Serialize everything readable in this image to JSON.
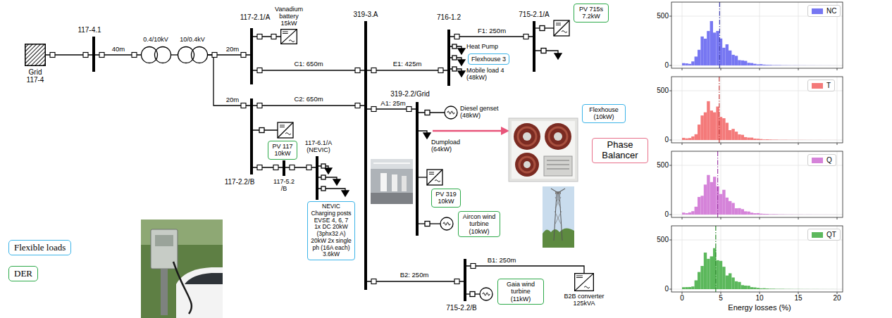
{
  "diagram": {
    "nodes": [
      {
        "text": [
          "Grid 117-4"
        ]
      },
      {
        "text": [
          "117-4.1"
        ]
      },
      {
        "text": [
          "0.4/10kV"
        ]
      },
      {
        "text": [
          "10/0.4kV"
        ]
      },
      {
        "text": [
          "Vanadium battery 15kW"
        ]
      },
      {
        "text": [
          "117-2.1/A"
        ]
      },
      {
        "text": [
          "319-3.A"
        ]
      },
      {
        "text": [
          "716-1.2"
        ]
      },
      {
        "text": [
          "Flexhouse 3"
        ]
      },
      {
        "text": [
          "715-2.1/A"
        ]
      },
      {
        "text": [
          "PV 715s 7.2kW"
        ]
      },
      {
        "text": [
          "Flexhouse (10kW)"
        ]
      },
      {
        "text": [
          "319-2.2/Grid"
        ]
      },
      {
        "text": [
          "Phase Balancer"
        ]
      },
      {
        "text": [
          "PV 117 10kW"
        ]
      },
      {
        "text": [
          "117-2.2/B"
        ]
      },
      {
        "text": [
          "117-6.1/A (NEVIC)"
        ]
      },
      {
        "text": [
          "117-5.2 /B"
        ]
      },
      {
        "text": [
          "PV 319 10kW"
        ]
      },
      {
        "text": [
          "Aircon wind turbine (10kW)"
        ]
      },
      {
        "text": [
          "NEVIC Charging posts EVSE 4, 6, 7 1x DC 20kW (3phx32 A) 20kW 2x single ph (16A each) 3.6kW"
        ]
      },
      {
        "text": [
          "Gaia wind turbine (11kW)"
        ]
      },
      {
        "text": [
          "715-2.2/B"
        ]
      },
      {
        "text": [
          "B2B converter 125kVA"
        ]
      }
    ],
    "edges": [
      {
        "from": 0,
        "to": 1,
        "arrow": "none"
      },
      {
        "from": 1,
        "to": 2,
        "label": "40m",
        "arrow": "none"
      },
      {
        "from": 2,
        "to": 3,
        "arrow": "none"
      },
      {
        "from": 3,
        "to": 5,
        "label": "20m",
        "arrow": "none"
      },
      {
        "from": 3,
        "to": 15,
        "label": "20m",
        "arrow": "none"
      },
      {
        "from": 5,
        "to": 4,
        "arrow": "none"
      },
      {
        "from": 5,
        "to": 6,
        "label": "C1: 650m",
        "arrow": "none"
      },
      {
        "from": 15,
        "to": 6,
        "label": "C2: 650m",
        "arrow": "none"
      },
      {
        "from": 6,
        "to": 7,
        "label": "E1: 425m",
        "arrow": "none"
      },
      {
        "from": 7,
        "to": 9,
        "label": "F1: 250m",
        "arrow": "none"
      },
      {
        "from": 6,
        "to": 12,
        "label": "A1: 25m",
        "arrow": "none"
      },
      {
        "from": 6,
        "to": 22,
        "label": "B2: 250m",
        "arrow": "none"
      },
      {
        "from": 22,
        "to": 23,
        "label": "B1: 250m",
        "arrow": "none"
      },
      {
        "from": 15,
        "to": 17,
        "arrow": "none"
      },
      {
        "from": 17,
        "to": 16,
        "arrow": "none"
      }
    ],
    "labels": [
      "Heat Pump",
      "Mobile load 4 (48kW)",
      "Diesel genset (48kW)",
      "Dumpload (64kW)",
      "500",
      "0",
      "500",
      "0",
      "500",
      "0",
      "500",
      "0",
      "0",
      "5",
      "10",
      "15",
      "20",
      "Energy losses (%)"
    ],
    "legend": [
      {
        "text": "Flexible loads",
        "color": "#3db4e8"
      },
      {
        "text": "DER",
        "color": "#2eaa4a"
      },
      {
        "text": "NC",
        "color": "#7777f2"
      },
      {
        "text": "T",
        "color": "#f47a7a"
      },
      {
        "text": "Q",
        "color": "#d583d9"
      },
      {
        "text": "QT",
        "color": "#5cb85c"
      }
    ]
  }
}
